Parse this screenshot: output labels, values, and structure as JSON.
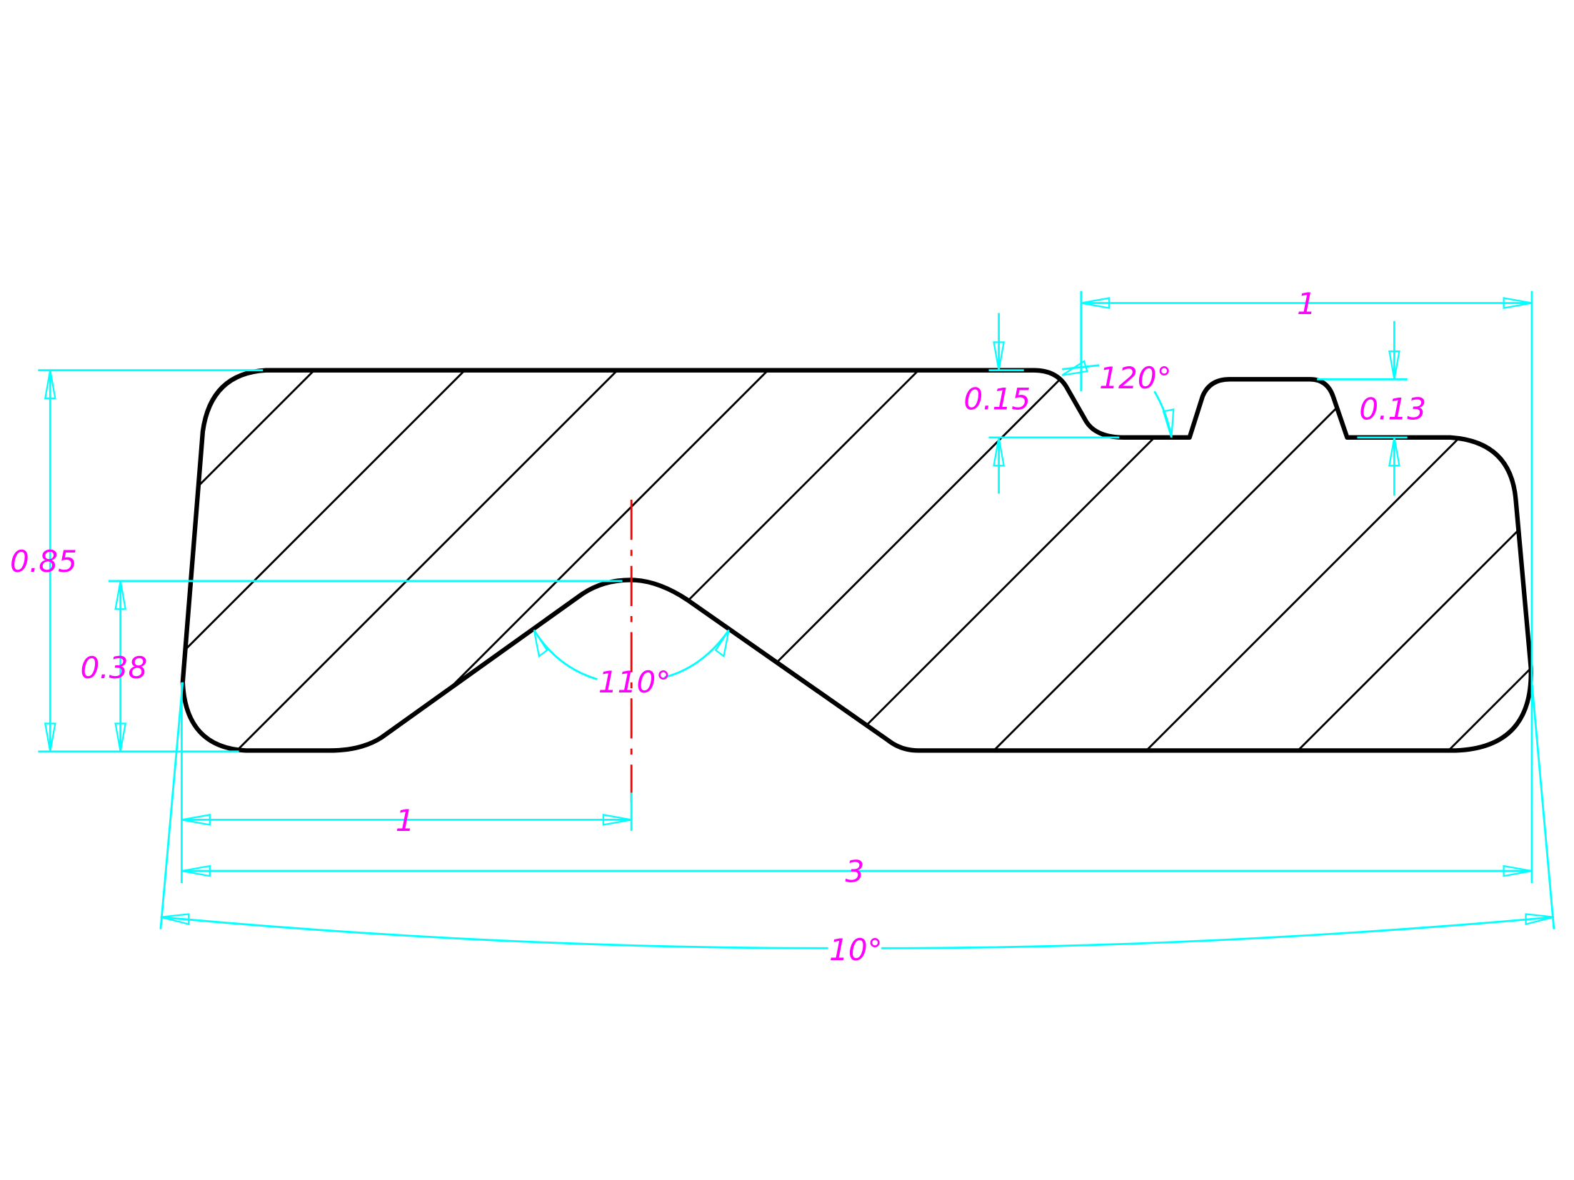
{
  "drawing": {
    "colors": {
      "profile": "#000000",
      "dimension": "#00ffff",
      "text": "#ff00ff",
      "centerline": "#ff0000"
    },
    "labels": {
      "height_total": "0.85",
      "groove_depth": "0.38",
      "groove_offset": "1",
      "total_width": "3",
      "side_taper": "10°",
      "groove_angle": "110°",
      "step_height": "0.15",
      "step_angle": "120°",
      "step_width": "1",
      "lug_height": "0.13"
    }
  }
}
